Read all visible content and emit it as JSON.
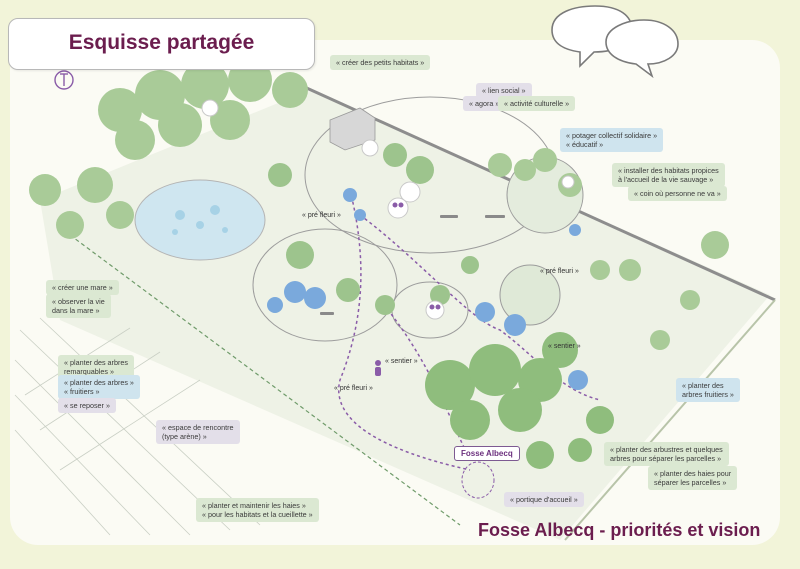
{
  "title": "Esquisse partagée",
  "bottom_title": "Fosse Albecq - priorités et vision",
  "place_tag": "Fosse Albecq",
  "labels": {
    "habitats": "« créer des petits habitats »",
    "lien_social": "« lien social »",
    "agora": "« agora »",
    "activite": "« activité culturelle »",
    "potager1": "« potager collectif solidaire »",
    "potager2": "« éducatif »",
    "vie_sauvage1": "« installer des habitats propices",
    "vie_sauvage2": "à l'accueil de la vie sauvage »",
    "coin": "« coin où personne ne va »",
    "pre_fleuri_1": "« pré fleuri »",
    "pre_fleuri_2": "« pré fleuri »",
    "pre_fleuri_3": "« pré fleuri »",
    "sentier_1": "« sentier »",
    "sentier_2": "« sentier »",
    "mare1": "« créer une mare »",
    "mare2": "« observer la vie",
    "mare3": "dans la mare »",
    "remarquables1": "« planter des arbres",
    "remarquables2": "remarquables »",
    "fruitiers_a": "« planter des arbres »",
    "fruitiers_b": "« fruitiers »",
    "reposer": "« se reposer »",
    "rencontre1": "« espace de rencontre",
    "rencontre2": "(type arène) »",
    "fruitiers_right1": "« planter des",
    "fruitiers_right2": "arbres fruitiers »",
    "arbustes1": "« planter des arbustres et quelques",
    "arbustes2": "arbres pour séparer les parcelles »",
    "haies_sep1": "« planter des haies pour",
    "haies_sep2": "séparer les parcelles »",
    "portique": "« portique d'accueil »",
    "haies1": "« planter et maintenir les haies »",
    "haies2": "« pour les habitats et la cueillette »"
  },
  "colors": {
    "accent": "#6b1d4e",
    "green_label": "#dbe8d2",
    "blue_label": "#cfe4ee",
    "purple_label": "#e3dfe9",
    "tree_green": "#9dc48d",
    "tree_blue": "#7aa9dc",
    "path_purple": "#8a5ca8"
  }
}
